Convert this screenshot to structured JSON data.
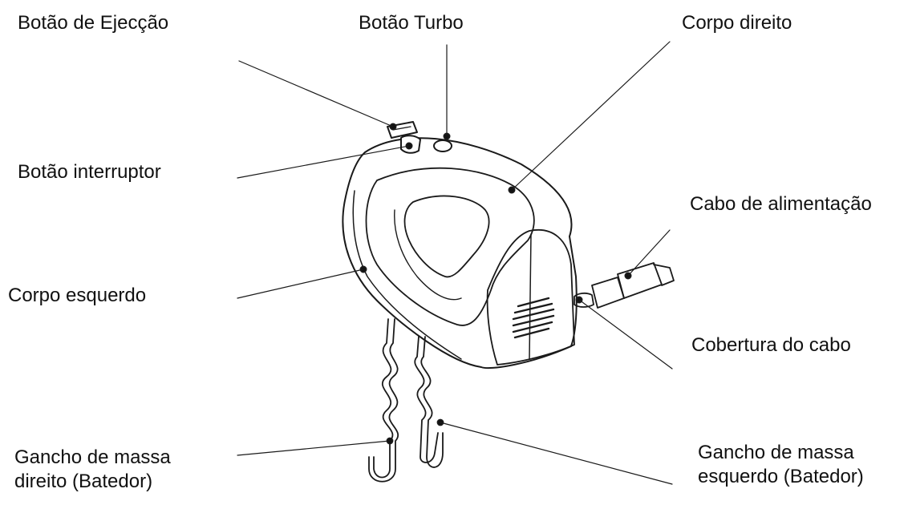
{
  "labels": {
    "eject_button": "Botão de Ejecção",
    "turbo_button": "Botão Turbo",
    "right_body": "Corpo direito",
    "power_switch": "Botão interruptor",
    "power_cord": "Cabo de alimentação",
    "left_body": "Corpo esquerdo",
    "cord_cover": "Cobertura do cabo",
    "right_dough_hook": {
      "line1": "Gancho de massa",
      "line2": "direito (Batedor)"
    },
    "left_dough_hook": {
      "line1": "Gancho de massa",
      "line2": "esquerdo (Batedor)"
    }
  },
  "colors": {
    "ink": "#111111",
    "background": "#ffffff"
  }
}
